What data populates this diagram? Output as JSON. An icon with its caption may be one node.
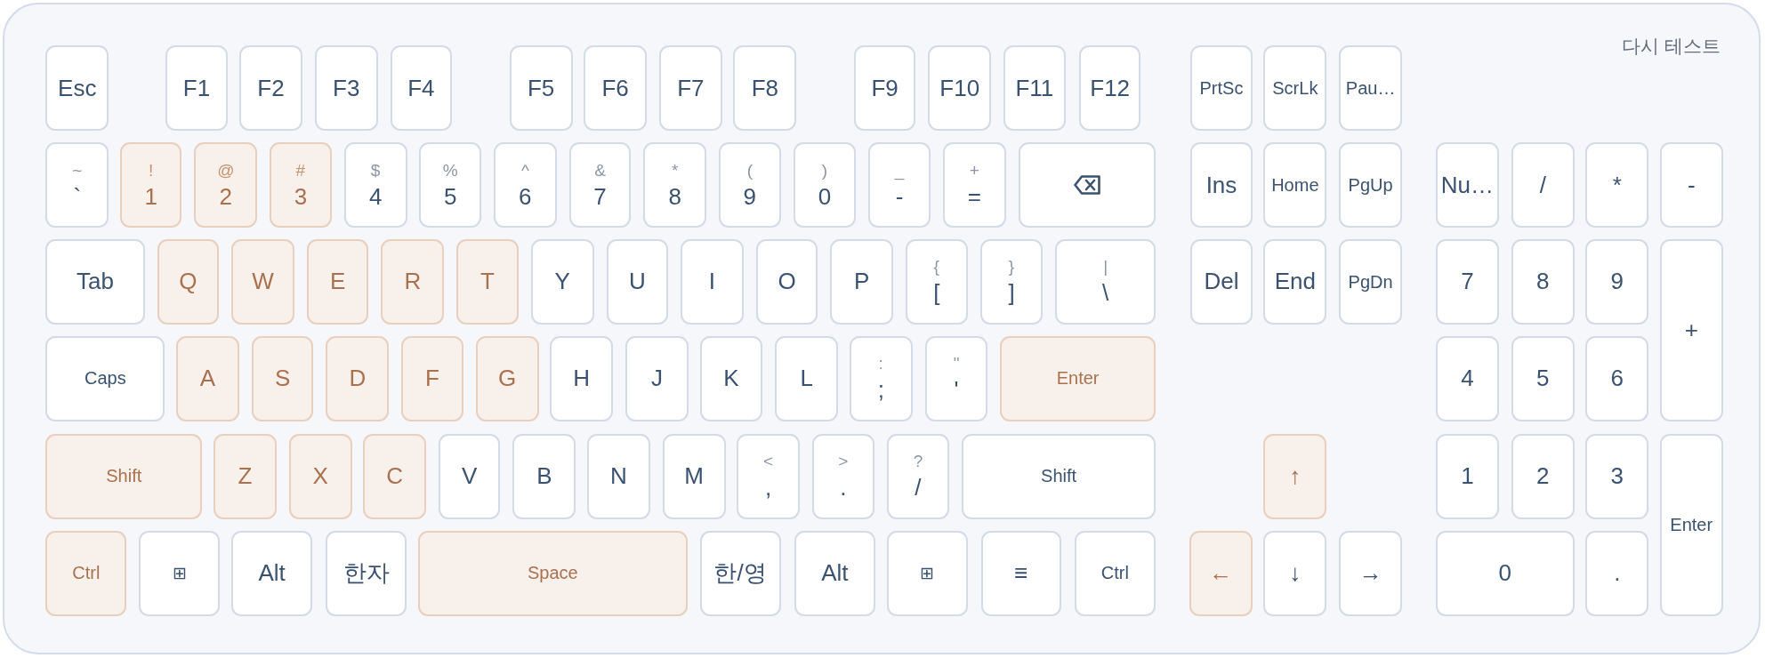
{
  "diagram": {
    "nodes": [
      {
        "text": [
          "다시 테스트"
        ]
      },
      {
        "text": [
          "Esc"
        ],
        "in": 0
      },
      {
        "text": [
          "F1"
        ],
        "in": 0
      },
      {
        "text": [
          "F2"
        ],
        "in": 0
      },
      {
        "text": [
          "F3"
        ],
        "in": 0
      },
      {
        "text": [
          "F4"
        ],
        "in": 0
      },
      {
        "text": [
          "F5"
        ],
        "in": 0
      },
      {
        "text": [
          "F6"
        ],
        "in": 0
      },
      {
        "text": [
          "F7"
        ],
        "in": 0
      },
      {
        "text": [
          "F8"
        ],
        "in": 0
      },
      {
        "text": [
          "F9"
        ],
        "in": 0
      },
      {
        "text": [
          "F10"
        ],
        "in": 0
      },
      {
        "text": [
          "F11"
        ],
        "in": 0
      },
      {
        "text": [
          "F12"
        ],
        "in": 0
      },
      {
        "text": [
          "PrtSc"
        ],
        "in": 0
      },
      {
        "text": [
          "ScrLk"
        ],
        "in": 0
      },
      {
        "text": [
          "Pau…"
        ],
        "in": 0
      },
      {
        "text": [
          "~",
          "`"
        ],
        "in": 0
      },
      {
        "text": [
          "!",
          "1"
        ],
        "in": 0
      },
      {
        "text": [
          "@",
          "2"
        ],
        "in": 0
      },
      {
        "text": [
          "#",
          "3"
        ],
        "in": 0
      },
      {
        "text": [
          "$",
          "4"
        ],
        "in": 0
      },
      {
        "text": [
          "%",
          "5"
        ],
        "in": 0
      },
      {
        "text": [
          "^",
          "6"
        ],
        "in": 0
      },
      {
        "text": [
          "&",
          "7"
        ],
        "in": 0
      },
      {
        "text": [
          "*",
          "8"
        ],
        "in": 0
      },
      {
        "text": [
          "(",
          "9"
        ],
        "in": 0
      },
      {
        "text": [
          ")",
          "0"
        ],
        "in": 0
      },
      {
        "text": [
          "_",
          "-"
        ],
        "in": 0
      },
      {
        "text": [
          "+",
          "="
        ],
        "in": 0
      },
      {
        "text": [],
        "shape": "box",
        "in": 0
      },
      {
        "text": [
          "Ins"
        ],
        "in": 0
      },
      {
        "text": [
          "Home"
        ],
        "in": 0
      },
      {
        "text": [
          "PgUp"
        ],
        "in": 0
      },
      {
        "text": [
          "Nu…"
        ],
        "in": 0
      },
      {
        "text": [
          "/"
        ],
        "in": 0
      },
      {
        "text": [
          "*"
        ],
        "in": 0
      },
      {
        "text": [
          "-"
        ],
        "in": 0
      },
      {
        "text": [
          "Tab"
        ],
        "in": 0
      },
      {
        "text": [
          "Q"
        ],
        "in": 0
      },
      {
        "text": [
          "W"
        ],
        "in": 0
      },
      {
        "text": [
          "E"
        ],
        "in": 0
      },
      {
        "text": [
          "R"
        ],
        "in": 0
      },
      {
        "text": [
          "T"
        ],
        "in": 0
      },
      {
        "text": [
          "Y"
        ],
        "in": 0
      },
      {
        "text": [
          "U"
        ],
        "in": 0
      },
      {
        "text": [
          "I"
        ],
        "in": 0
      },
      {
        "text": [
          "O"
        ],
        "in": 0
      },
      {
        "text": [
          "P"
        ],
        "in": 0
      },
      {
        "text": [
          "{",
          "["
        ],
        "in": 0
      },
      {
        "text": [
          "}",
          "]"
        ],
        "in": 0
      },
      {
        "text": [
          "|",
          "\\"
        ],
        "in": 0
      },
      {
        "text": [
          "Del"
        ],
        "in": 0
      },
      {
        "text": [
          "End"
        ],
        "in": 0
      },
      {
        "text": [
          "PgDn"
        ],
        "in": 0
      },
      {
        "text": [
          "7"
        ],
        "in": 0
      },
      {
        "text": [
          "8"
        ],
        "in": 0
      },
      {
        "text": [
          "9"
        ],
        "in": 0
      },
      {
        "text": [
          "+"
        ],
        "in": 0
      },
      {
        "text": [
          "Caps"
        ],
        "in": 0
      },
      {
        "text": [
          "A"
        ],
        "in": 0
      },
      {
        "text": [
          "S"
        ],
        "in": 0
      },
      {
        "text": [
          "D"
        ],
        "in": 0
      },
      {
        "text": [
          "F"
        ],
        "in": 0
      },
      {
        "text": [
          "G"
        ],
        "in": 0
      },
      {
        "text": [
          "H"
        ],
        "in": 0
      },
      {
        "text": [
          "J"
        ],
        "in": 0
      },
      {
        "text": [
          "K"
        ],
        "in": 0
      },
      {
        "text": [
          "L"
        ],
        "in": 0
      },
      {
        "text": [
          ":",
          ";"
        ],
        "in": 0
      },
      {
        "text": [
          "\"",
          "'"
        ],
        "in": 0
      },
      {
        "text": [
          "Enter"
        ],
        "in": 0
      },
      {
        "text": [
          "4"
        ],
        "in": 0
      },
      {
        "text": [
          "5"
        ],
        "in": 0
      },
      {
        "text": [
          "6"
        ],
        "in": 0
      },
      {
        "text": [
          "Shift"
        ],
        "in": 0
      },
      {
        "text": [
          "Z"
        ],
        "in": 0
      },
      {
        "text": [
          "X"
        ],
        "in": 0
      },
      {
        "text": [
          "C"
        ],
        "in": 0
      },
      {
        "text": [
          "V"
        ],
        "in": 0
      },
      {
        "text": [
          "B"
        ],
        "in": 0
      },
      {
        "text": [
          "N"
        ],
        "in": 0
      },
      {
        "text": [
          "M"
        ],
        "in": 0
      },
      {
        "text": [
          "<",
          ","
        ],
        "in": 0
      },
      {
        "text": [
          ">",
          "."
        ],
        "in": 0
      },
      {
        "text": [
          "?",
          "/"
        ],
        "in": 0
      },
      {
        "text": [
          "Shift"
        ],
        "in": 0
      },
      {
        "text": [
          "↑"
        ],
        "in": 0
      },
      {
        "text": [
          "1"
        ],
        "in": 0
      },
      {
        "text": [
          "2"
        ],
        "in": 0
      },
      {
        "text": [
          "3"
        ],
        "in": 0
      },
      {
        "text": [
          "Enter"
        ],
        "in": 0
      },
      {
        "text": [
          "Ctrl"
        ],
        "in": 0
      },
      {
        "text": [
          "⊞"
        ],
        "in": 0
      },
      {
        "text": [
          "Alt"
        ],
        "in": 0
      },
      {
        "text": [
          "한자"
        ],
        "in": 0
      },
      {
        "text": [
          "Space"
        ],
        "in": 0
      },
      {
        "text": [
          "한/영"
        ],
        "in": 0
      },
      {
        "text": [
          "Alt"
        ],
        "in": 0
      },
      {
        "text": [
          "⊞"
        ],
        "in": 0
      },
      {
        "text": [
          "≡"
        ],
        "in": 0
      },
      {
        "text": [
          "Ctrl"
        ],
        "in": 0
      },
      {
        "text": [
          "←"
        ],
        "in": 0
      },
      {
        "text": [
          "↓"
        ],
        "in": 0
      },
      {
        "text": [
          "→"
        ],
        "in": 0
      },
      {
        "text": [
          "0"
        ],
        "in": 0
      },
      {
        "text": [
          "."
        ],
        "in": 0
      }
    ]
  }
}
